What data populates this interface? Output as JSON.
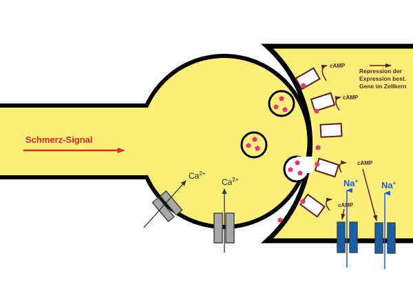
{
  "diagram": {
    "signal_label": "Schmerz-Signal",
    "calcium_labels": [
      {
        "base": "Ca",
        "sup": "2+"
      },
      {
        "base": "Ca",
        "sup": "2+"
      }
    ],
    "sodium_labels": [
      {
        "base": "Na",
        "sup": "+"
      },
      {
        "base": "Na",
        "sup": "+"
      }
    ],
    "camp_labels": [
      "cAMP",
      "cAMP",
      "cAMP",
      "cAMP"
    ],
    "repression_text": [
      "Repression der",
      "Expression best.",
      "Gene im Zellkern"
    ],
    "colors": {
      "cell_fill": "#fcf07a",
      "membrane": "#000000",
      "signal": "#e8222a",
      "neurotransmitter": "#e8357a",
      "receptor_outline": "#5e1a1a",
      "sodium_channel": "#1560a8",
      "sodium_arrow": "#1a56e8",
      "calcium_channel": "#a8a8a8",
      "camp_arrow": "#5e1a1a"
    }
  }
}
